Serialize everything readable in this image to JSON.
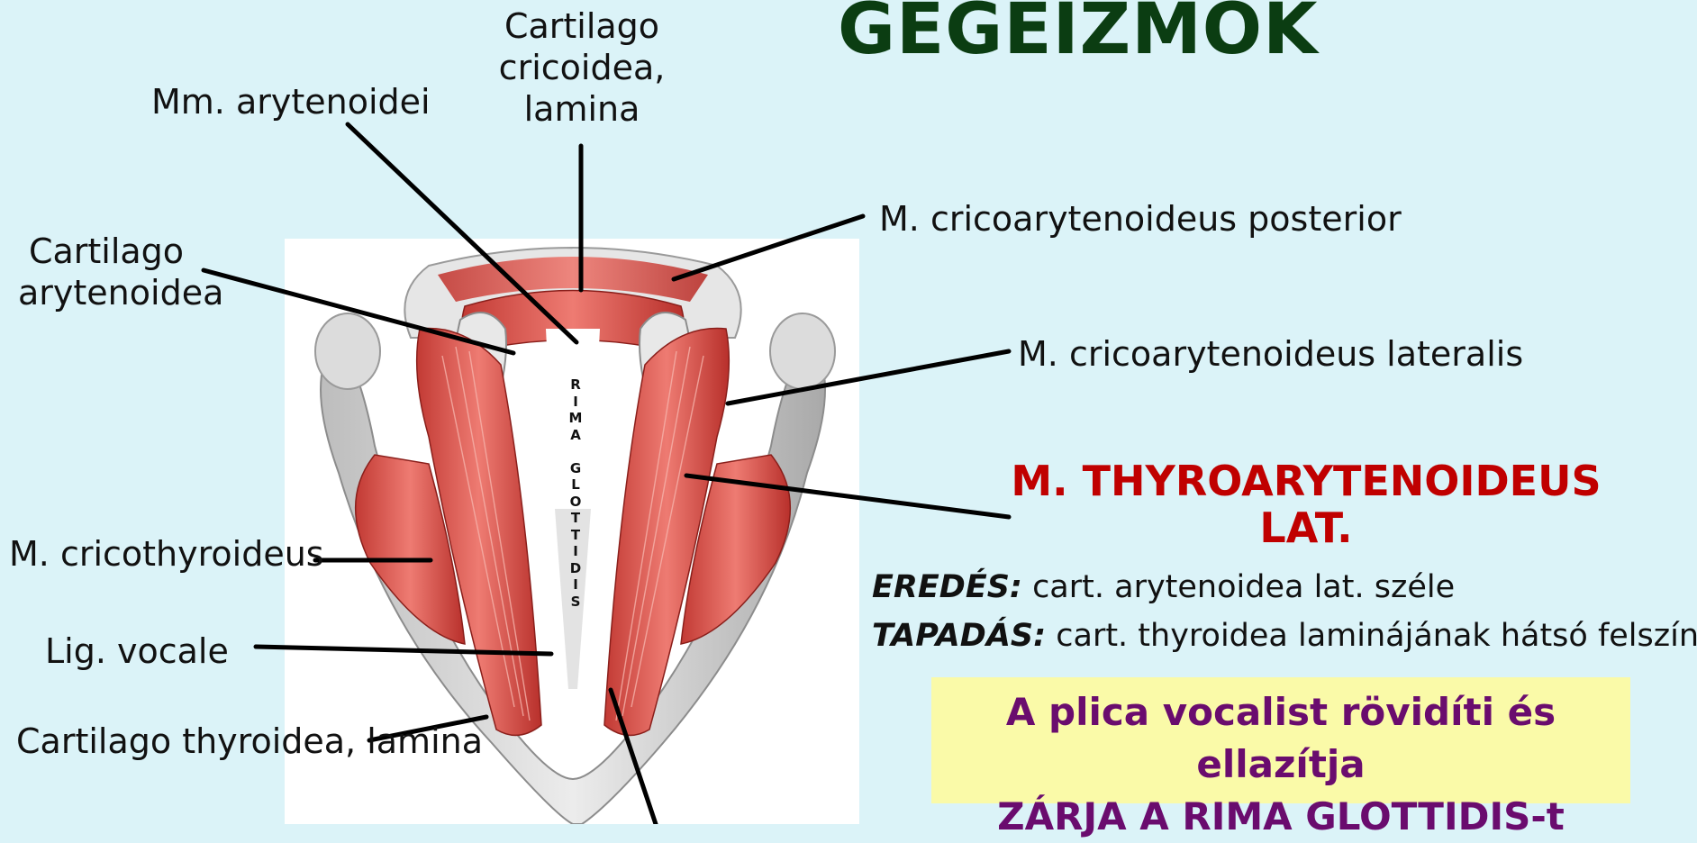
{
  "title": "GEGEIZMOK",
  "labels": {
    "cartilago_cricoidea": [
      "Cartilago",
      "cricoidea,",
      "lamina"
    ],
    "mm_arytenoidei": "Mm. arytenoidei",
    "cartilago_arytenoidea": [
      "Cartilago",
      "arytenoidea"
    ],
    "m_cricoarytenoideus_posterior": "M. cricoarytenoideus posterior",
    "m_cricoarytenoideus_lateralis": "M. cricoarytenoideus lateralis",
    "m_cricothyroideus": "M. cricothyroideus",
    "lig_vocale": "Lig. vocale",
    "cartilago_thyroidea": "Cartilago  thyroidea, lamina"
  },
  "rima_glottidis_letters": [
    "R",
    "I",
    "M",
    "A",
    "",
    "G",
    "L",
    "O",
    "T",
    "T",
    "I",
    "D",
    "I",
    "S"
  ],
  "muscle": {
    "name_line1": "M. THYROARYTENOIDEUS",
    "name_line2": "LAT.",
    "origin_label": "EREDÉS:",
    "origin_text": " cart. arytenoidea lat. széle",
    "insertion_label": "TAPADÁS:",
    "insertion_text": " cart. thyroidea laminájának hátsó felszíne",
    "action_line1": "A plica vocalist rövidíti és ellazítja",
    "action_line2": "ZÁRJA A RIMA GLOTTIDIS-t"
  },
  "colors": {
    "background": "#dbf3f8",
    "title": "#0b3d12",
    "muscle_heading": "#c00000",
    "action_box": "#fafaa8",
    "action_text": "#6a0c6e"
  }
}
